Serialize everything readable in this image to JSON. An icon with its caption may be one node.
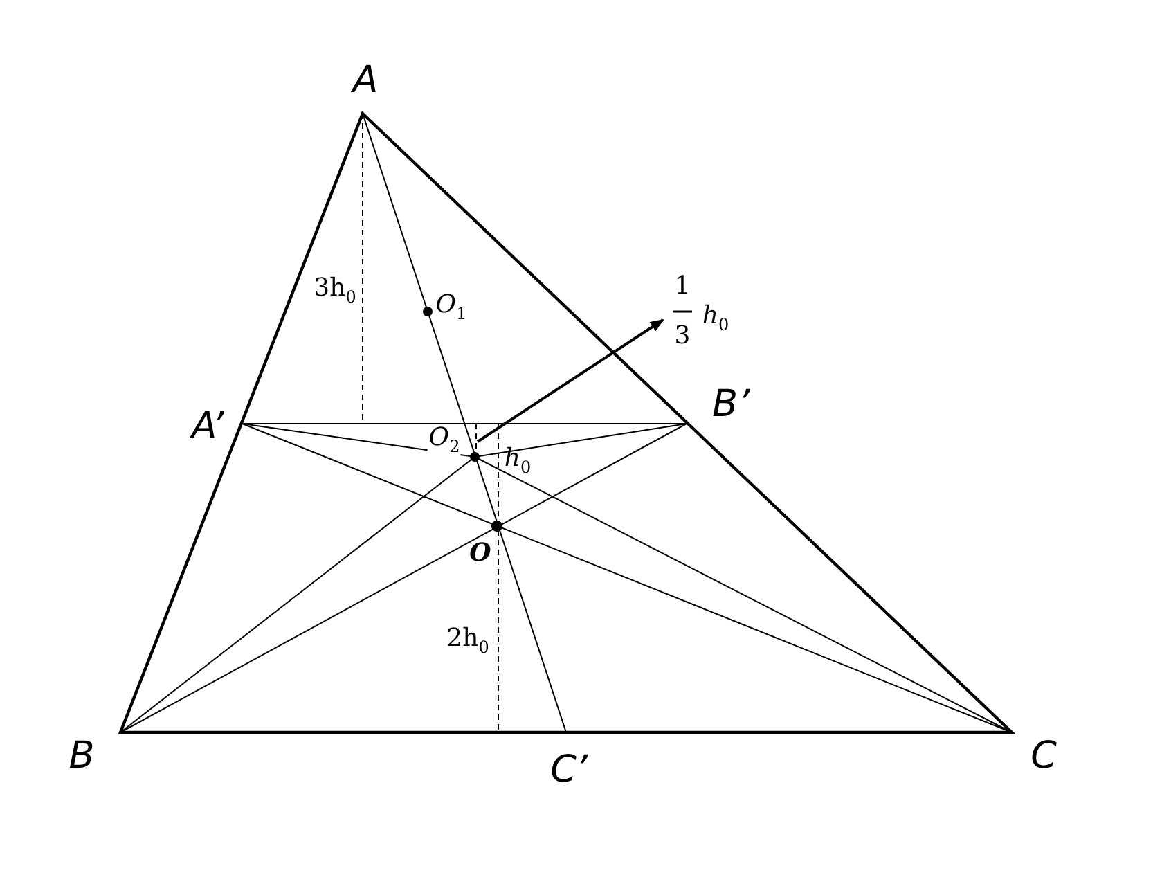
{
  "diagram": {
    "labels": [
      "*A*",
      "1",
      "*h*$_{0}$",
      "3",
      "3h$_{0}$",
      "*O*$_{1}$",
      "*A*’",
      "*B*’",
      "*O*$_{2}$",
      "*h*$_{0}$",
      "O",
      "2h$_{0}$",
      "*B*",
      "*C*’",
      "*C*"
    ]
  }
}
